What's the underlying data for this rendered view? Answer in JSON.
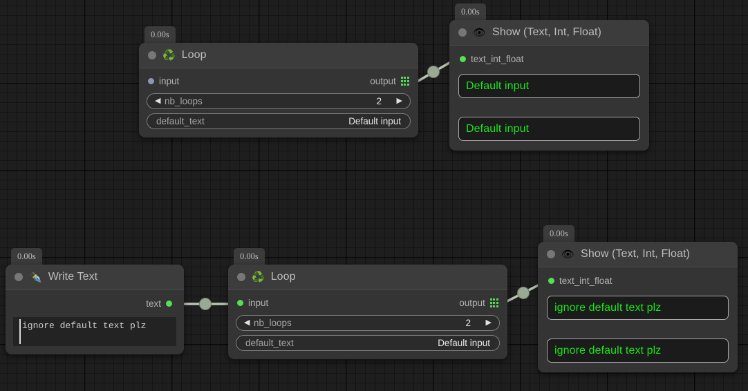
{
  "app": {
    "canvas_name": "node-graph-editor"
  },
  "colors": {
    "canvas_bg": "#1e1e1e",
    "node_body": "#343434",
    "node_header": "#3c3c3c",
    "accent_green": "#19e619",
    "port_green": "#54e054",
    "port_blue": "#8e96b8",
    "wire": "#b9c6b4",
    "title_text": "#bdbdbd"
  },
  "nodes": [
    {
      "id": "loop-1",
      "timer": "0.00s",
      "icon": "recycle-icon",
      "emoji": "♻️",
      "title": "Loop",
      "input_port": {
        "label": "input",
        "state": "blue"
      },
      "output_port": {
        "label": "output",
        "icon": "grid-icon"
      },
      "widgets": [
        {
          "type": "stepper",
          "name": "nb_loops",
          "value": "2",
          "left_arrow": "◀",
          "right_arrow": "▶"
        },
        {
          "type": "text",
          "name": "default_text",
          "value": "Default input"
        }
      ]
    },
    {
      "id": "show-1",
      "timer": "0.00s",
      "icon": "eye-icon",
      "emoji": "👁",
      "title": "Show (Text, Int, Float)",
      "input_port": {
        "label": "text_int_float",
        "state": "green"
      },
      "displays": [
        "Default input",
        "Default input"
      ]
    },
    {
      "id": "write-text",
      "timer": "0.00s",
      "icon": "fountain-pen-icon",
      "emoji": "✒️",
      "title": "Write Text",
      "output_port": {
        "label": "text",
        "state": "green"
      },
      "editor_value": "ignore default text plz"
    },
    {
      "id": "loop-2",
      "timer": "0.00s",
      "icon": "recycle-icon",
      "emoji": "♻️",
      "title": "Loop",
      "input_port": {
        "label": "input",
        "state": "green"
      },
      "output_port": {
        "label": "output",
        "icon": "grid-icon"
      },
      "widgets": [
        {
          "type": "stepper",
          "name": "nb_loops",
          "value": "2",
          "left_arrow": "◀",
          "right_arrow": "▶"
        },
        {
          "type": "text",
          "name": "default_text",
          "value": "Default input"
        }
      ]
    },
    {
      "id": "show-2",
      "timer": "0.00s",
      "icon": "eye-icon",
      "emoji": "👁",
      "title": "Show (Text, Int, Float)",
      "input_port": {
        "label": "text_int_float",
        "state": "green"
      },
      "displays": [
        "ignore default text plz",
        "ignore default text plz"
      ]
    }
  ],
  "connections": [
    {
      "id": "wire-loop1-to-show1",
      "from": "loop-1.output",
      "to": "show-1.text_int_float"
    },
    {
      "id": "wire-writetext-to-loop2",
      "from": "write-text.text",
      "to": "loop-2.input"
    },
    {
      "id": "wire-loop2-to-show2",
      "from": "loop-2.output",
      "to": "show-2.text_int_float"
    }
  ]
}
